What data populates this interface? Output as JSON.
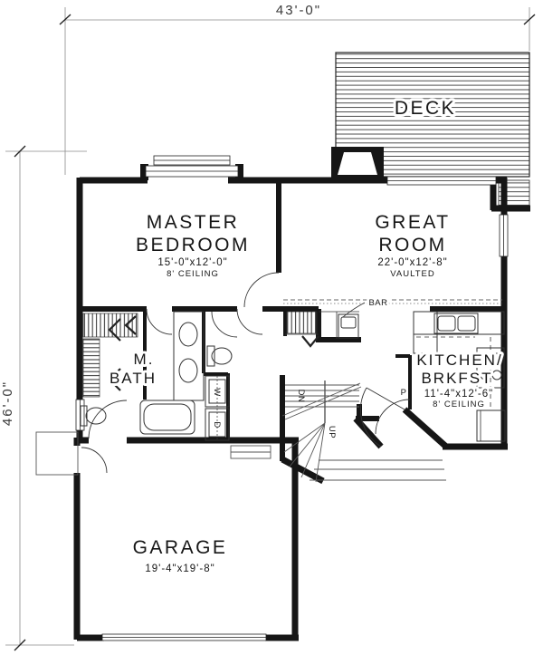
{
  "dims": {
    "top": "43'-0\"",
    "left": "46'-0\""
  },
  "rooms": {
    "deck": {
      "name": "DECK"
    },
    "great_room": {
      "l1": "GREAT",
      "l2": "ROOM",
      "size": "22'-0\"x12'-8\"",
      "note": "VAULTED"
    },
    "master_bedroom": {
      "l1": "MASTER",
      "l2": "BEDROOM",
      "size": "15'-0\"x12'-0\"",
      "note": "8' CEILING"
    },
    "master_bath": {
      "l1": "M.",
      "l2": "BATH"
    },
    "kitchen": {
      "l1": "KITCHEN/",
      "l2": "BRKFST",
      "size": "11'-4\"x12'-6\"",
      "note": "8' CEILING"
    },
    "garage": {
      "name": "GARAGE",
      "size": "19'-4\"x19'-8\""
    }
  },
  "labels": {
    "bar": "BAR",
    "up": "UP",
    "dn": "DN",
    "washer": "W",
    "dryer": "D",
    "pantry": "P"
  },
  "colors": {
    "wall": "#161616",
    "line": "#333333",
    "dim": "#8a8a8a",
    "paper": "#ffffff"
  }
}
